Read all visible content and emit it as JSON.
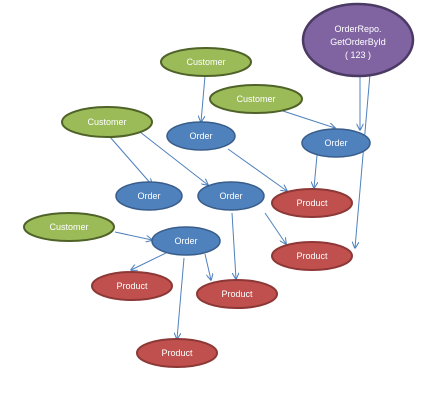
{
  "colors": {
    "customer_fill": "#9bbb59",
    "customer_stroke": "#4f6228",
    "order_fill": "#4f81bd",
    "order_stroke": "#385d8a",
    "product_fill": "#c0504d",
    "product_stroke": "#8c3836",
    "repo_fill": "#8064a2",
    "repo_stroke": "#4b3a63",
    "edge": "#4f81bd"
  },
  "labels": {
    "customer": "Customer",
    "order": "Order",
    "product": "Product"
  },
  "repo": {
    "line1": "OrderRepo.",
    "line2": "GetOrderById",
    "line3": "( 123 )"
  }
}
